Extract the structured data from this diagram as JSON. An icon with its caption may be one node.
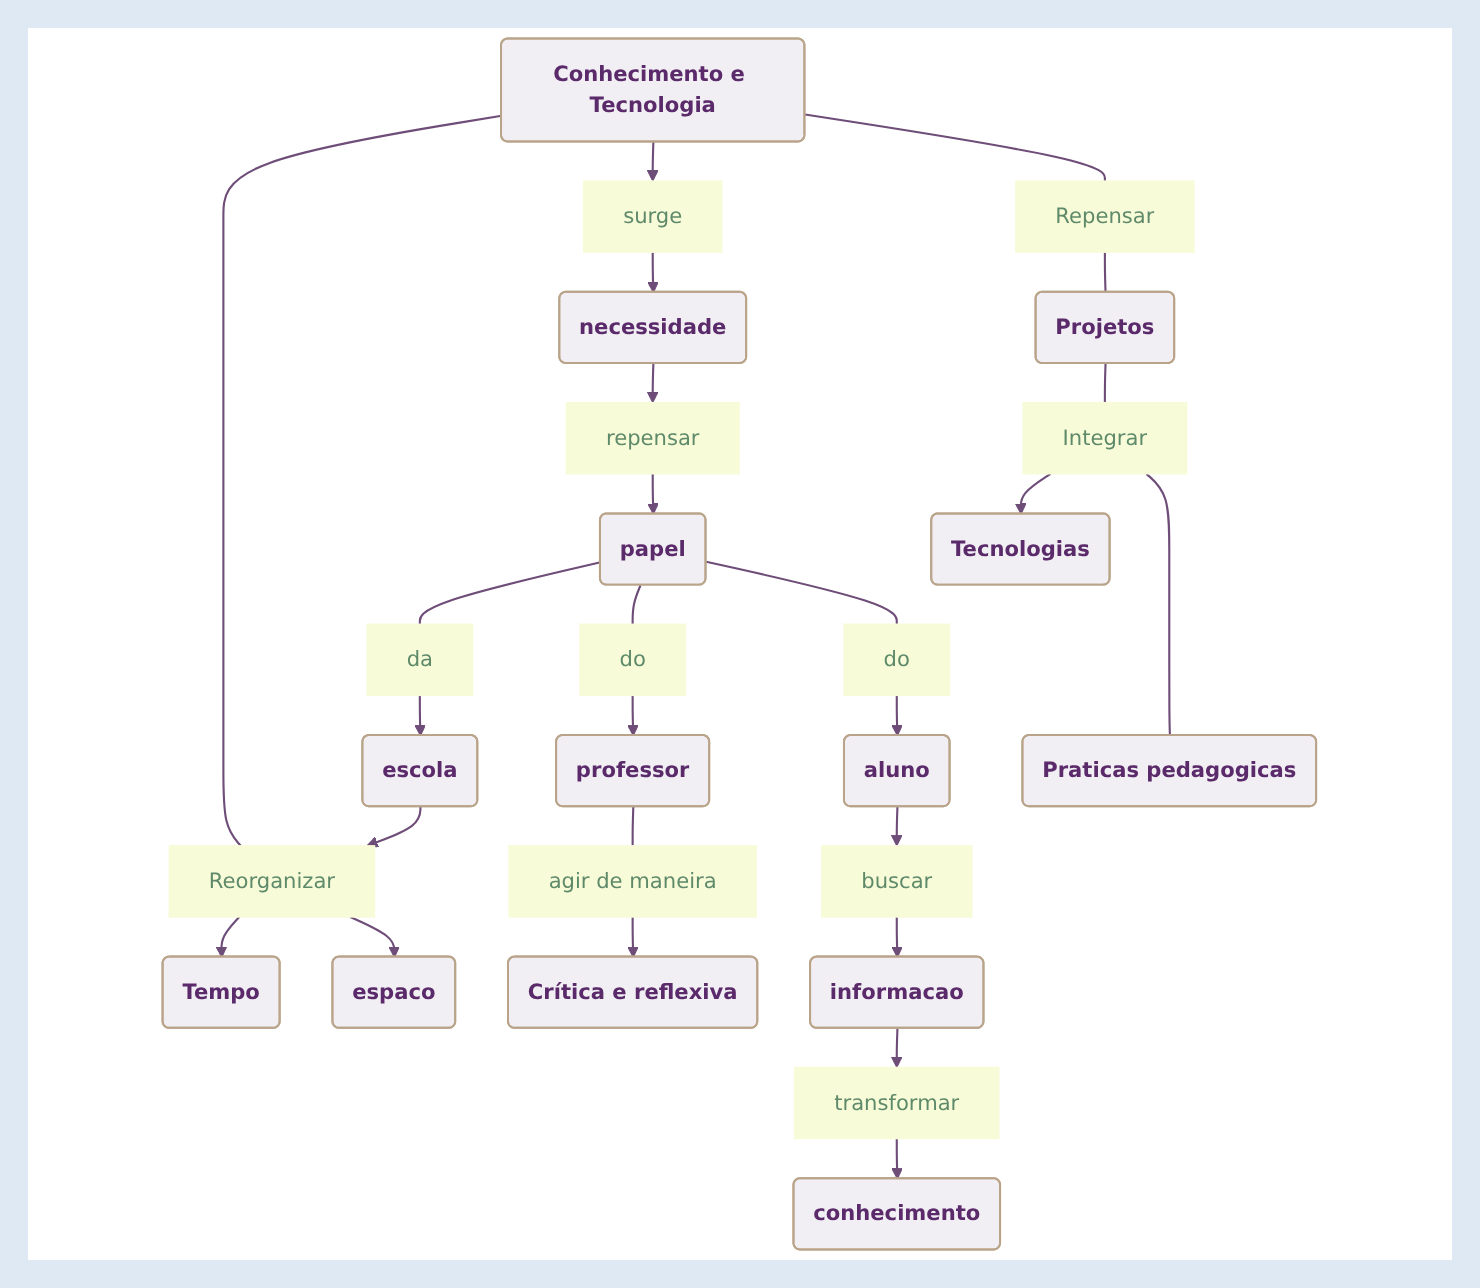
{
  "diagram": {
    "nodes": [
      {
        "text": [
          "Tempo"
        ]
      },
      {
        "text": [
          "espaco"
        ]
      },
      {
        "text": [
          "Crítica e reflexiva"
        ]
      },
      {
        "text": [
          "agir de maneira"
        ]
      },
      {
        "text": [
          "professor"
        ]
      },
      {
        "text": [
          "informacao"
        ]
      },
      {
        "text": [
          "Reorganizar"
        ]
      },
      {
        "text": [
          "aluno"
        ]
      },
      {
        "text": [
          "buscar"
        ]
      },
      {
        "text": [
          "transformar"
        ]
      },
      {
        "text": [
          "escola"
        ]
      },
      {
        "text": [
          "do"
        ]
      },
      {
        "text": [
          "do"
        ]
      },
      {
        "text": [
          "da"
        ]
      },
      {
        "text": [
          "conhecimento"
        ]
      },
      {
        "text": [
          "papel"
        ]
      },
      {
        "text": [
          "Conhecimento e Tecnologia"
        ]
      },
      {
        "text": [
          "surge"
        ]
      },
      {
        "text": [
          "repensar"
        ]
      },
      {
        "text": [
          "Repensar"
        ]
      },
      {
        "text": [
          "necessidade"
        ]
      },
      {
        "text": [
          "Projetos"
        ]
      },
      {
        "text": [
          "Integrar"
        ]
      },
      {
        "text": [
          "Tecnologias"
        ]
      },
      {
        "text": [
          "Praticas pedagogicas"
        ]
      }
    ],
    "edges": [
      {
        "from": 16,
        "to": 6,
        "arrow": "none"
      },
      {
        "from": 6,
        "to": 0,
        "arrow": "to"
      },
      {
        "from": 6,
        "to": 1,
        "arrow": "to"
      },
      {
        "from": 10,
        "to": 6,
        "arrow": "to"
      },
      {
        "from": 15,
        "to": 13,
        "arrow": "none"
      },
      {
        "from": 13,
        "to": 10,
        "arrow": "to"
      },
      {
        "from": 15,
        "to": 11,
        "arrow": "none"
      },
      {
        "from": 11,
        "to": 4,
        "arrow": "to"
      },
      {
        "from": 15,
        "to": 12,
        "arrow": "none"
      },
      {
        "from": 12,
        "to": 7,
        "arrow": "to"
      },
      {
        "from": 4,
        "to": 3,
        "arrow": "none"
      },
      {
        "from": 3,
        "to": 2,
        "arrow": "to"
      },
      {
        "from": 7,
        "to": 8,
        "arrow": "to"
      },
      {
        "from": 8,
        "to": 5,
        "arrow": "to"
      },
      {
        "from": 5,
        "to": 9,
        "arrow": "to"
      },
      {
        "from": 9,
        "to": 14,
        "arrow": "to"
      },
      {
        "from": 16,
        "to": 17,
        "arrow": "to"
      },
      {
        "from": 17,
        "to": 20,
        "arrow": "to"
      },
      {
        "from": 20,
        "to": 18,
        "arrow": "to"
      },
      {
        "from": 18,
        "to": 15,
        "arrow": "to"
      },
      {
        "from": 16,
        "to": 19,
        "arrow": "none"
      },
      {
        "from": 19,
        "to": 21,
        "arrow": "none"
      },
      {
        "from": 21,
        "to": 22,
        "arrow": "none"
      },
      {
        "from": 22,
        "to": 23,
        "arrow": "to"
      },
      {
        "from": 22,
        "to": 24,
        "arrow": "none"
      }
    ]
  }
}
